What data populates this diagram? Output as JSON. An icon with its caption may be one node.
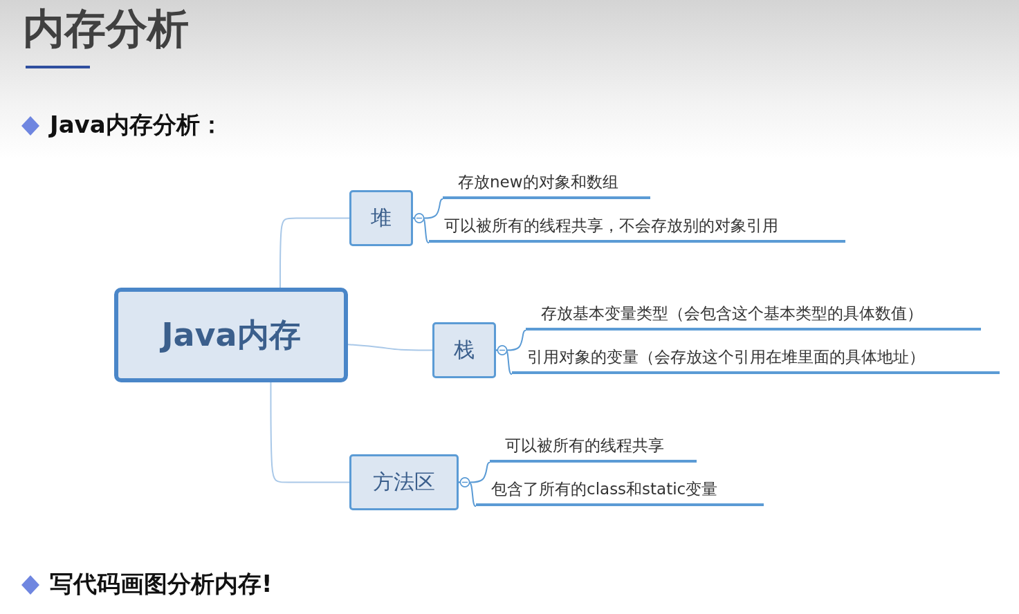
{
  "diagram": {
    "title": "内存分析",
    "nodes": [
      {
        "text": [
          "Java内存"
        ]
      },
      {
        "text": [
          "堆"
        ]
      },
      {
        "text": [
          "栈"
        ]
      },
      {
        "text": [
          "方法区"
        ]
      },
      {
        "text": [
          "存放new的对象和数组"
        ]
      },
      {
        "text": [
          "可以被所有的线程共享，不会存放别的对象引用"
        ]
      },
      {
        "text": [
          "存放基本变量类型（会包含这个基本类型的具体数值）"
        ]
      },
      {
        "text": [
          "引用对象的变量（会存放这个引用在堆里面的具体地址）"
        ]
      },
      {
        "text": [
          "可以被所有的线程共享"
        ]
      },
      {
        "text": [
          "包含了所有的class和static变量"
        ]
      }
    ],
    "edges": [
      {
        "from": 0,
        "to": 1,
        "arrow": "none"
      },
      {
        "from": 0,
        "to": 2,
        "arrow": "none"
      },
      {
        "from": 0,
        "to": 3,
        "arrow": "none"
      },
      {
        "from": 1,
        "to": 4,
        "arrow": "other"
      },
      {
        "from": 1,
        "to": 5,
        "arrow": "other"
      },
      {
        "from": 2,
        "to": 6,
        "arrow": "other"
      },
      {
        "from": 2,
        "to": 7,
        "arrow": "other"
      },
      {
        "from": 3,
        "to": 8,
        "arrow": "other"
      },
      {
        "from": 3,
        "to": 9,
        "arrow": "other"
      }
    ],
    "labels": [
      "Java内存分析：",
      "写代码画图分析内存!"
    ]
  }
}
